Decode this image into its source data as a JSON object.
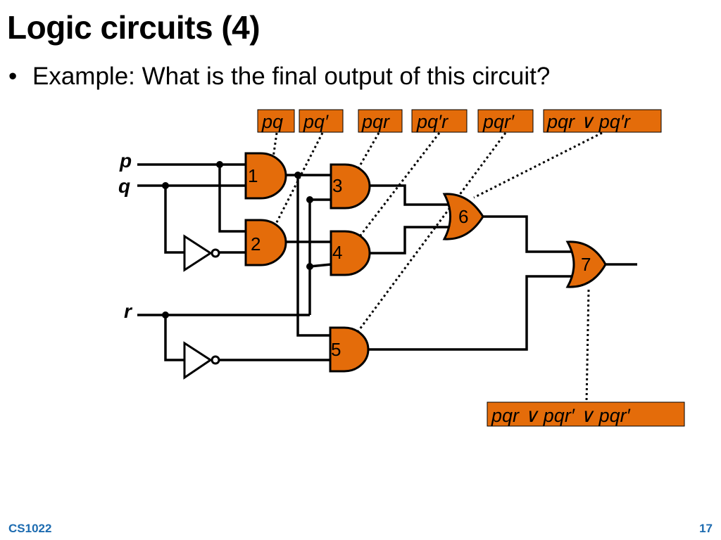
{
  "slide": {
    "title": "Logic circuits (4)",
    "bullet": "Example: What is the final output of this circuit?",
    "footer_course": "CS1022",
    "page_number": "17"
  },
  "circuit": {
    "inputs": {
      "p": "p",
      "q": "q",
      "r": "r"
    },
    "gates": {
      "g1": {
        "number": "1",
        "type": "AND"
      },
      "g2": {
        "number": "2",
        "type": "AND"
      },
      "g3": {
        "number": "3",
        "type": "AND"
      },
      "g4": {
        "number": "4",
        "type": "AND"
      },
      "g5": {
        "number": "5",
        "type": "AND"
      },
      "g6": {
        "number": "6",
        "type": "OR"
      },
      "g7": {
        "number": "7",
        "type": "OR"
      }
    },
    "annotations": {
      "a1": "pq",
      "a2": "pq′",
      "a3": "pqr",
      "a4": "pq′r",
      "a5": "pqr′",
      "a6": "pqr ∨ pq′r",
      "a7": "pqr ∨ pqr′ ∨ pqr′"
    },
    "colors": {
      "gate_fill": "#e46c0a",
      "footer": "#1c6bb0"
    }
  }
}
